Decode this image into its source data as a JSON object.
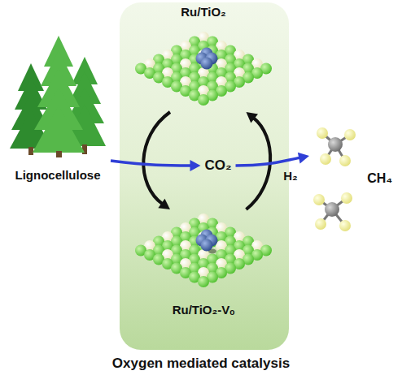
{
  "diagram": {
    "caption": "Oxygen mediated catalysis",
    "nodes": [
      {
        "text": [
          "Lignocellulose"
        ]
      },
      {
        "text": [
          "Ru/TiO₂"
        ]
      },
      {
        "text": [
          "CO₂"
        ]
      },
      {
        "text": [
          "Ru/TiO₂-Vₒ"
        ]
      },
      {
        "text": [
          "CH₄"
        ]
      }
    ],
    "edges": [
      {
        "from": 0,
        "to": 2,
        "arrow": "to"
      },
      {
        "from": 2,
        "to": 4,
        "arrow": "to"
      },
      {
        "from": 1,
        "to": 3,
        "arrow": "to"
      },
      {
        "from": 3,
        "to": 1,
        "label": "H₂",
        "arrow": "to"
      }
    ]
  }
}
